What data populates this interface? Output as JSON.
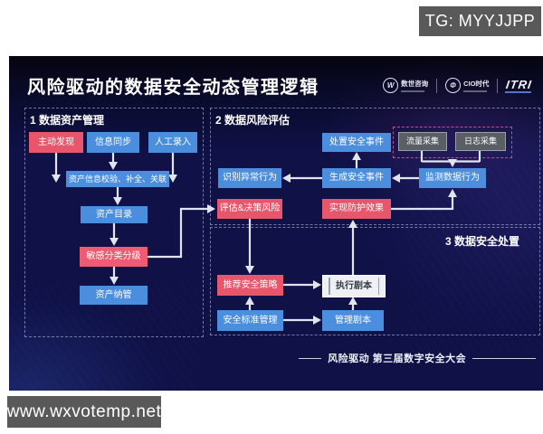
{
  "frame": {
    "tg_badge": "TG: MYYJJPP",
    "watermark": "www.wxvotemp.net"
  },
  "slide": {
    "title": "风险驱动的数据安全动态管理逻辑",
    "footer": "风险驱动 第三届数字安全大会",
    "logos": {
      "logo1_symbol": "W",
      "logo1_label": "数世咨询",
      "logo2_symbol": "Φ",
      "logo2_label": "CIO时代",
      "logo3_label": "ITRI"
    },
    "sections": {
      "s1_label": "1 数据资产管理",
      "s2_label": "2 数据风险评估",
      "s3_label": "3 数据安全处置"
    },
    "nodes": {
      "active_discovery": "主动发现",
      "info_sync": "信息同步",
      "manual_entry": "人工录入",
      "asset_verify": "资产信息校验、补全、关联",
      "asset_catalog": "资产目录",
      "sensitive_classify": "敏感分类分级",
      "asset_manage": "资产纳管",
      "handle_event": "处置安全事件",
      "traffic_collect": "流量采集",
      "log_collect": "日志采集",
      "identify_abnormal": "识别异常行为",
      "generate_event": "生成安全事件",
      "detect_behavior": "监测数据行为",
      "assess_risk": "评估&决策风险",
      "protect_effect": "实现防护效果",
      "recommend_policy": "推荐安全策略",
      "execute_playbook": "执行剧本",
      "standard_manage": "安全标准管理",
      "manage_playbook": "管理剧本"
    },
    "colors": {
      "node_blue": "#4a8edd",
      "node_red": "#e8566c",
      "node_gray": "#5a5f66",
      "accent_magenta": "#c24f8e"
    }
  }
}
